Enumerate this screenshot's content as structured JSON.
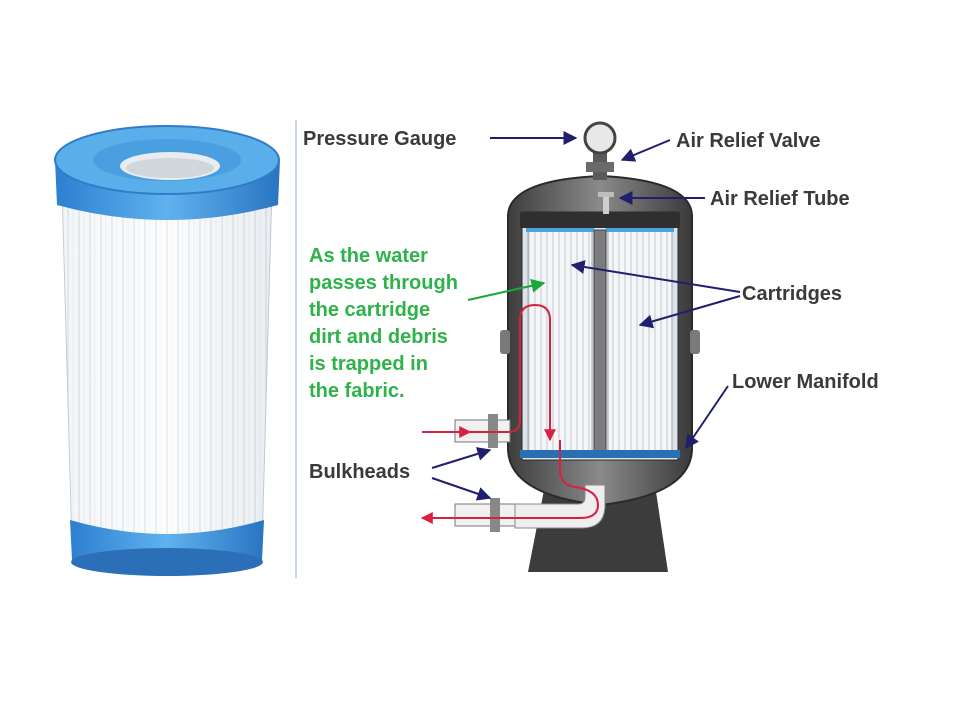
{
  "labels": {
    "pressure_gauge": "Pressure Gauge",
    "air_relief_valve": "Air Relief Valve",
    "air_relief_tube": "Air Relief Tube",
    "cartridges": "Cartridges",
    "lower_manifold": "Lower Manifold",
    "bulkheads": "Bulkheads"
  },
  "note_lines": [
    "As the water",
    "passes through",
    "the cartridge",
    "dirt and debris",
    "is trapped in",
    "the fabric."
  ],
  "colors": {
    "label_text": "#3a3a3a",
    "note_text": "#2db34a",
    "arrow": "#1f1f6e",
    "note_arrow": "#1aa83a",
    "water_flow": "#d9203f",
    "cartridge_cap": "#4aa3df",
    "tank": "#4a4a4a"
  }
}
